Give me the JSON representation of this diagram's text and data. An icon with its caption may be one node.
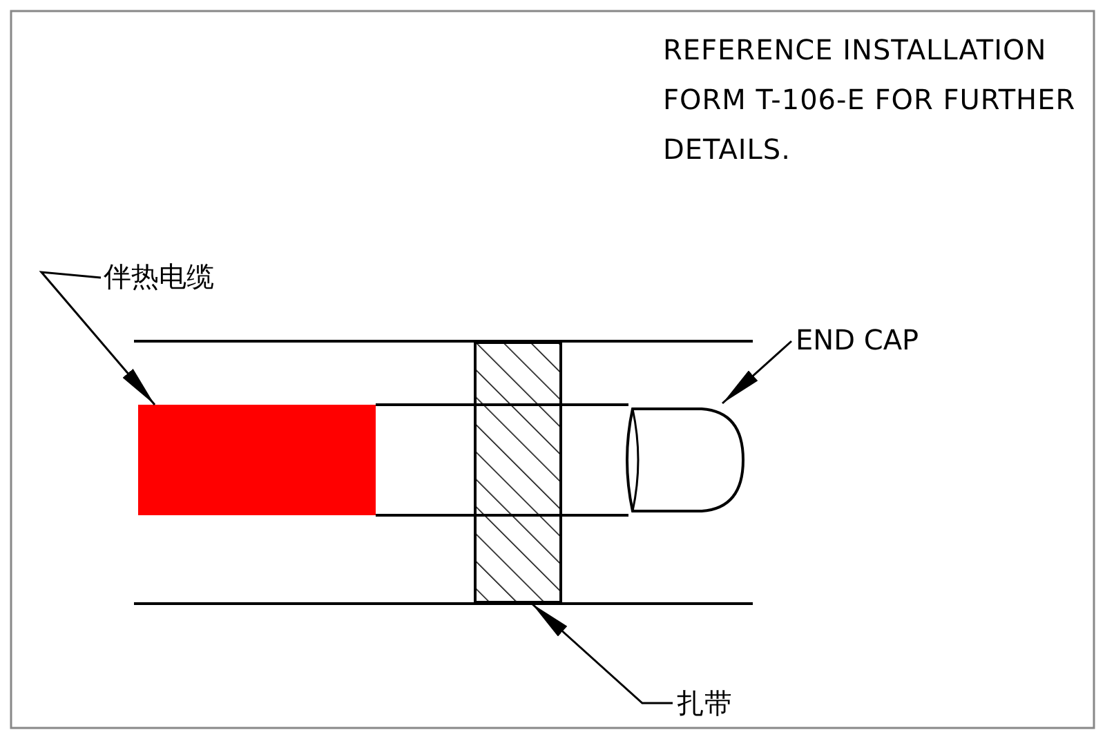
{
  "diagram": {
    "nodes": [
      {
        "text": [
          "伴热电缆"
        ]
      },
      {
        "text": [],
        "shape": "bar"
      },
      {
        "text": [
          "END CAP"
        ]
      },
      {
        "text": [],
        "shape": "cylinder"
      },
      {
        "text": [
          "扎带"
        ]
      },
      {
        "text": [],
        "shape": "bar"
      }
    ],
    "edges": [
      {
        "from": 0,
        "to": 1,
        "arrow": "to"
      },
      {
        "from": 2,
        "to": 3,
        "arrow": "to"
      },
      {
        "from": 4,
        "to": 5,
        "arrow": "to"
      }
    ],
    "labels": [
      "REFERENCE INSTALLATION FORM T-106-E FOR FURTHER DETAILS."
    ]
  }
}
